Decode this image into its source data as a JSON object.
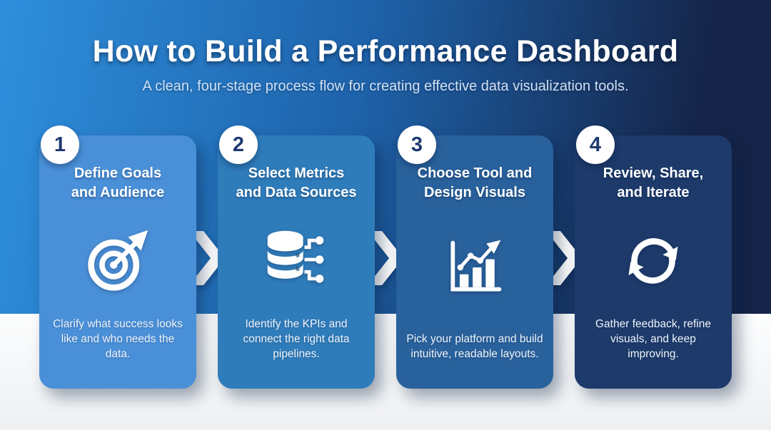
{
  "header": {
    "title": "How to Build a Performance Dashboard",
    "subtitle": "A clean, four-stage process flow for creating effective data visualization tools."
  },
  "steps": [
    {
      "number": "1",
      "title_lines": [
        "Define Goals",
        "and Audience"
      ],
      "description": "Clarify what success looks like and who needs the data.",
      "icon": "target-icon",
      "color": "#4a90d8"
    },
    {
      "number": "2",
      "title_lines": [
        "Select Metrics",
        "and Data Sources"
      ],
      "description": "Identify the KPIs and connect the right data pipelines.",
      "icon": "database-icon",
      "color": "#2f7cba"
    },
    {
      "number": "3",
      "title_lines": [
        "Choose Tool and",
        "Design Visuals"
      ],
      "description": "Pick your platform and build intuitive, readable layouts.",
      "icon": "bar-chart-icon",
      "color": "#29619c"
    },
    {
      "number": "4",
      "title_lines": [
        "Review, Share,",
        "and Iterate"
      ],
      "description": "Gather feedback, refine visuals, and keep improving.",
      "icon": "refresh-icon",
      "color": "#1d3a6b"
    }
  ],
  "colors": {
    "background_gradient_start": "#2e8fdc",
    "background_gradient_mid": "#1e63ab",
    "background_gradient_end": "#152448",
    "bottom_band_start": "#fcfdfe",
    "bottom_band_end": "#eef0f2",
    "badge_background": "#ffffff",
    "badge_text": "#1e3a6e",
    "arrow": "#ffffff",
    "title_text": "#ffffff",
    "subtitle_text": "#cfe2f6",
    "icon": "#ffffff"
  }
}
